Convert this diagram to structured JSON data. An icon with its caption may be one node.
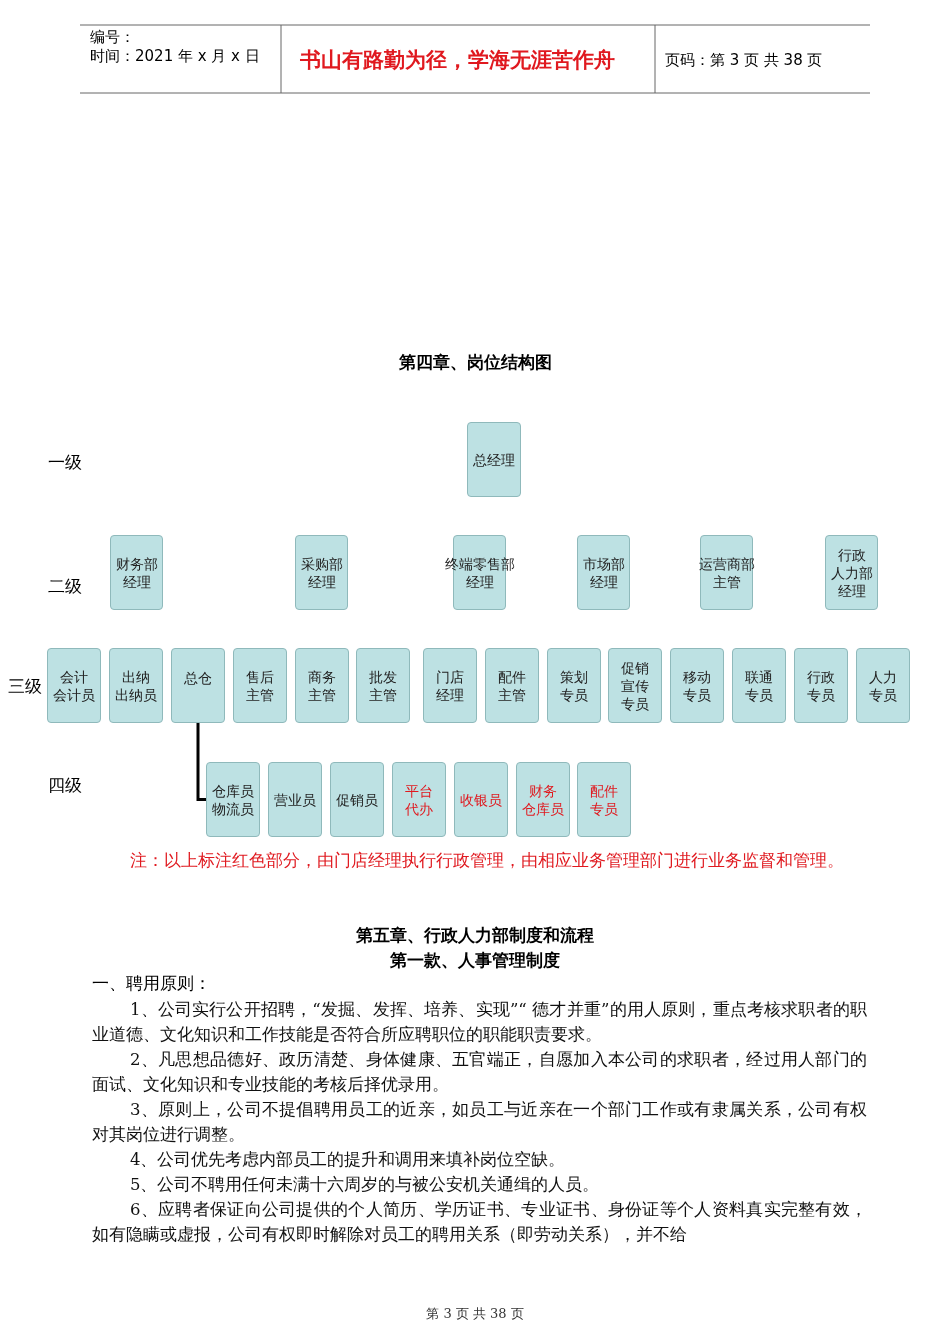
{
  "diagram": {
    "title": "第四章、岗位结构图",
    "nodes": [
      {
        "text": [
          "总经理"
        ]
      },
      {
        "text": [
          "财务部经理"
        ]
      },
      {
        "text": [
          "采购部经理"
        ]
      },
      {
        "text": [
          "终端零售部经理"
        ]
      },
      {
        "text": [
          "市场部经理"
        ]
      },
      {
        "text": [
          "运营商部主管"
        ]
      },
      {
        "text": [
          "行政人力部经理"
        ]
      },
      {
        "text": [
          "会计会计员"
        ]
      },
      {
        "text": [
          "出纳出纳员"
        ]
      },
      {
        "text": [
          "总仓"
        ]
      },
      {
        "text": [
          "售后主管"
        ]
      },
      {
        "text": [
          "商务主管"
        ]
      },
      {
        "text": [
          "批发主管"
        ]
      },
      {
        "text": [
          "门店经理"
        ]
      },
      {
        "text": [
          "配件主管"
        ]
      },
      {
        "text": [
          "策划专员"
        ]
      },
      {
        "text": [
          "促销宣传专员"
        ]
      },
      {
        "text": [
          "移动专员"
        ]
      },
      {
        "text": [
          "联通专员"
        ]
      },
      {
        "text": [
          "行政专员"
        ]
      },
      {
        "text": [
          "人力专员"
        ]
      },
      {
        "text": [
          "仓库员物流员"
        ]
      },
      {
        "text": [
          "营业员"
        ]
      },
      {
        "text": [
          "促销员"
        ]
      },
      {
        "text": [
          "平台代办"
        ]
      },
      {
        "text": [
          "收银员"
        ]
      },
      {
        "text": [
          "财务仓库员"
        ]
      },
      {
        "text": [
          "配件专员"
        ]
      }
    ],
    "edges": [
      {
        "from": 9,
        "to": 21,
        "arrow": "none"
      }
    ],
    "labels": [
      "编号：",
      "时间：2021 年 x 月 x 日",
      "书山有路勤为径，学海无涯苦作舟",
      "页码：第 3 页 共 38 页",
      "一级",
      "二级",
      "三级",
      "四级",
      "注：以上标注红色部分，由门店经理执行行政管理，由相应业务管理部门进行业务监督和管理。",
      "第五章、行政人力部制度和流程",
      "第一款、人事管理制度",
      "一、聘用原则：",
      "1、公司实行公开招聘，“发掘、发挥、培养、实现”“ 德才并重”的用人原则，重点考核求职者的职业道德、文化知识和工作技能是否符合所应聘职位的职能职责要求。",
      "2、凡思想品德好、政历清楚、身体健康、五官端正，自愿加入本公司的求职者，经过用人部门的面试、文化知识和专业技能的考核后择优录用。",
      "3、原则上，公司不提倡聘用员工的近亲，如员工与近亲在一个部门工作或有隶属关系，公司有权对其岗位进行调整。",
      "4、公司优先考虑内部员工的提升和调用来填补岗位空缺。",
      "5、公司不聘用任何未满十六周岁的与被公安机关通缉的人员。",
      "6、应聘者保证向公司提供的个人简历、学历证书、专业证书、身份证等个人资料真实完整有效，如有隐瞒或虚报，公司有权即时解除对员工的聘用关系（即劳动关系），并不给",
      "第 3 页 共 38 页"
    ]
  }
}
